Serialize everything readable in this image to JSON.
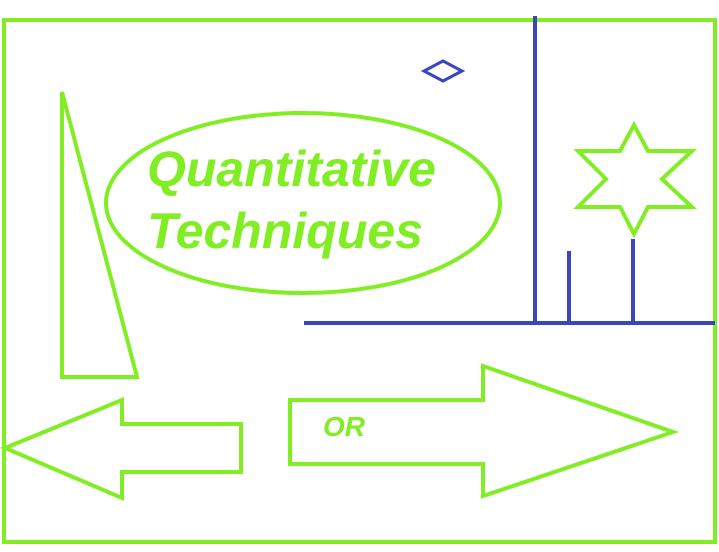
{
  "diagram": {
    "title_line1": "Quantitative",
    "title_line2": "Techniques",
    "arrow_label": "OR"
  },
  "colors": {
    "green": "#80ee22",
    "blue": "#3a46c0",
    "background": "#ffffff"
  }
}
